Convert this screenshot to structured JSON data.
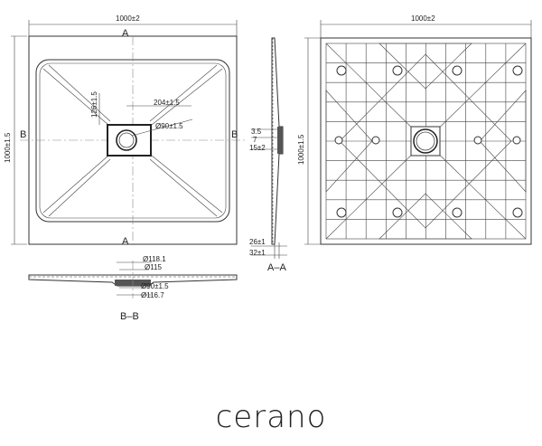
{
  "brand": "cerano",
  "top_view": {
    "width_dim": "1000±2",
    "height_dim": "1000±1.5",
    "section_a": "A",
    "section_b": "B",
    "dim_126": "126±1.5",
    "dim_204": "204±1.5",
    "dim_90": "Ø90±1.5"
  },
  "bottom_view": {
    "width_dim": "1000±2",
    "height_dim": "1000±1.5"
  },
  "section_aa": {
    "label": "A–A",
    "dim_35": "3.5",
    "dim_7": "7",
    "dim_15": "15±2",
    "dim_26": "26±1",
    "dim_32": "32±1"
  },
  "section_bb": {
    "label": "B–B",
    "dim_118": "Ø118.1",
    "dim_115": "Ø115",
    "dim_90": "Ø90±1.5",
    "dim_116": "Ø116.7"
  }
}
